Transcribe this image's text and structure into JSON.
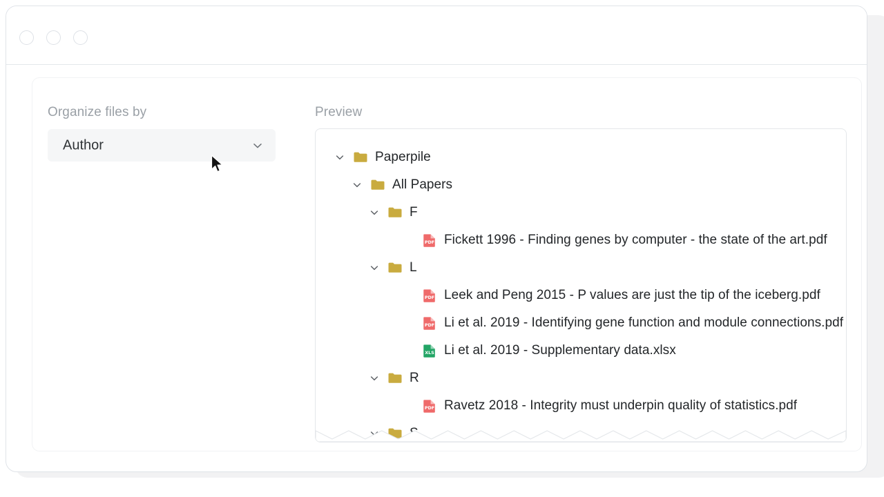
{
  "window": {
    "traffic_lights": [
      "close-button",
      "minimize-button",
      "maximize-button"
    ]
  },
  "left_panel": {
    "label": "Organize files by",
    "select": {
      "value": "Author",
      "chevron_icon": "chevron-down-icon"
    }
  },
  "right_panel": {
    "label": "Preview"
  },
  "colors": {
    "folder": "#c9ab3f",
    "pdf": "#ef6a6a",
    "xls": "#23a566",
    "label_muted": "#9aa0a6",
    "text": "#232629",
    "select_bg": "#f5f6f7",
    "border": "#e4e7ea"
  },
  "tree": [
    {
      "depth": 0,
      "type": "folder",
      "icon": "folder-icon",
      "chevron": "chevron-down-icon",
      "expanded": true,
      "label": "Paperpile"
    },
    {
      "depth": 1,
      "type": "folder",
      "icon": "folder-icon",
      "chevron": "chevron-down-icon",
      "expanded": true,
      "label": "All Papers"
    },
    {
      "depth": 2,
      "type": "folder",
      "icon": "folder-icon",
      "chevron": "chevron-down-icon",
      "expanded": true,
      "label": "F"
    },
    {
      "depth": 3,
      "type": "pdf",
      "icon": "pdf-file-icon",
      "chevron": null,
      "expanded": false,
      "label": "Fickett 1996 - Finding genes by computer - the state of the art.pdf"
    },
    {
      "depth": 2,
      "type": "folder",
      "icon": "folder-icon",
      "chevron": "chevron-down-icon",
      "expanded": true,
      "label": "L"
    },
    {
      "depth": 3,
      "type": "pdf",
      "icon": "pdf-file-icon",
      "chevron": null,
      "expanded": false,
      "label": "Leek and Peng 2015 - P values are just the tip of the iceberg.pdf"
    },
    {
      "depth": 3,
      "type": "pdf",
      "icon": "pdf-file-icon",
      "chevron": null,
      "expanded": false,
      "label": "Li et al. 2019 - Identifying gene function and module connections.pdf"
    },
    {
      "depth": 3,
      "type": "xls",
      "icon": "xls-file-icon",
      "chevron": null,
      "expanded": false,
      "label": "Li et al. 2019 - Supplementary data.xlsx"
    },
    {
      "depth": 2,
      "type": "folder",
      "icon": "folder-icon",
      "chevron": "chevron-down-icon",
      "expanded": true,
      "label": "R"
    },
    {
      "depth": 3,
      "type": "pdf",
      "icon": "pdf-file-icon",
      "chevron": null,
      "expanded": false,
      "label": "Ravetz 2018 - Integrity must underpin quality of statistics.pdf"
    },
    {
      "depth": 2,
      "type": "folder",
      "icon": "folder-icon",
      "chevron": "chevron-down-icon",
      "expanded": true,
      "label": "S"
    }
  ],
  "cursor": {
    "icon": "mouse-pointer-icon"
  }
}
